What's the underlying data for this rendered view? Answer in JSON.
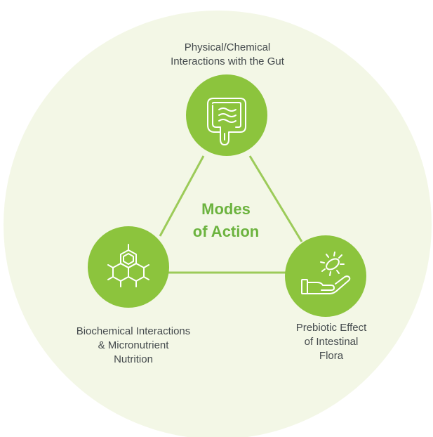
{
  "diagram": {
    "center_title": "Modes\nof Action",
    "nodes": [
      {
        "id": "gut",
        "label": "Physical/Chemical\nInteractions with the Gut",
        "icon": "intestine-icon"
      },
      {
        "id": "biochemical",
        "label": "Biochemical Interactions\n& Micronutrient\nNutrition",
        "icon": "molecule-icon"
      },
      {
        "id": "prebiotic",
        "label": "Prebiotic Effect\nof Intestinal\nFlora",
        "icon": "hand-bacteria-icon"
      }
    ],
    "colors": {
      "background_circle": "#f3f7e6",
      "node_fill": "#8cc43d",
      "connector": "#9ccb59",
      "center_text": "#6cb33f",
      "label_text": "#444a4d",
      "icon_stroke": "#ffffff"
    }
  }
}
